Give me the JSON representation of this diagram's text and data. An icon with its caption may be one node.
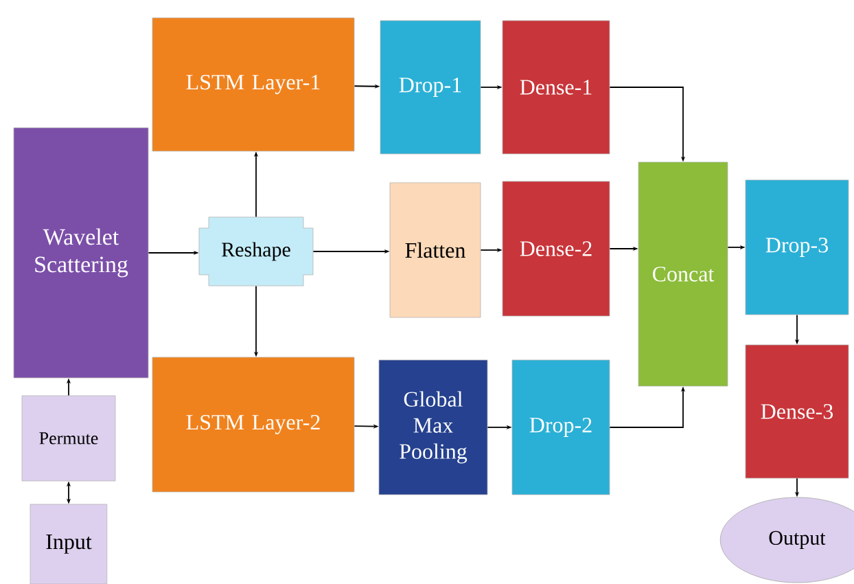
{
  "diagram": {
    "nodes": [
      {
        "text": [
          "Wavelet Scattering"
        ]
      },
      {
        "text": [
          "Permute"
        ]
      },
      {
        "text": [
          "Input"
        ]
      },
      {
        "text": [
          "Reshape"
        ]
      },
      {
        "text": [
          "LSTM Layer-1"
        ]
      },
      {
        "text": [
          "Drop-1"
        ]
      },
      {
        "text": [
          "Dense-1"
        ]
      },
      {
        "text": [
          "Flatten"
        ]
      },
      {
        "text": [
          "Dense-2"
        ]
      },
      {
        "text": [
          "LSTM Layer-2"
        ]
      },
      {
        "text": [
          "Global Max Pooling"
        ]
      },
      {
        "text": [
          "Drop-2"
        ]
      },
      {
        "text": [
          "Concat"
        ]
      },
      {
        "text": [
          "Drop-3"
        ]
      },
      {
        "text": [
          "Dense-3"
        ]
      },
      {
        "text": [
          "Output"
        ]
      }
    ],
    "edges": [
      {
        "from": 2,
        "to": 1,
        "arrow": "both"
      },
      {
        "from": 1,
        "to": 0,
        "arrow": "to"
      },
      {
        "from": 0,
        "to": 3,
        "arrow": "to"
      },
      {
        "from": 3,
        "to": 4,
        "arrow": "to"
      },
      {
        "from": 3,
        "to": 9,
        "arrow": "to"
      },
      {
        "from": 3,
        "to": 7,
        "arrow": "to"
      },
      {
        "from": 4,
        "to": 5,
        "arrow": "to"
      },
      {
        "from": 5,
        "to": 6,
        "arrow": "to"
      },
      {
        "from": 6,
        "to": 12,
        "arrow": "to"
      },
      {
        "from": 7,
        "to": 8,
        "arrow": "to"
      },
      {
        "from": 8,
        "to": 12,
        "arrow": "to"
      },
      {
        "from": 9,
        "to": 10,
        "arrow": "to"
      },
      {
        "from": 10,
        "to": 11,
        "arrow": "to"
      },
      {
        "from": 11,
        "to": 12,
        "arrow": "to"
      },
      {
        "from": 12,
        "to": 13,
        "arrow": "to"
      },
      {
        "from": 13,
        "to": 14,
        "arrow": "to"
      },
      {
        "from": 14,
        "to": 15,
        "arrow": "to"
      }
    ]
  }
}
